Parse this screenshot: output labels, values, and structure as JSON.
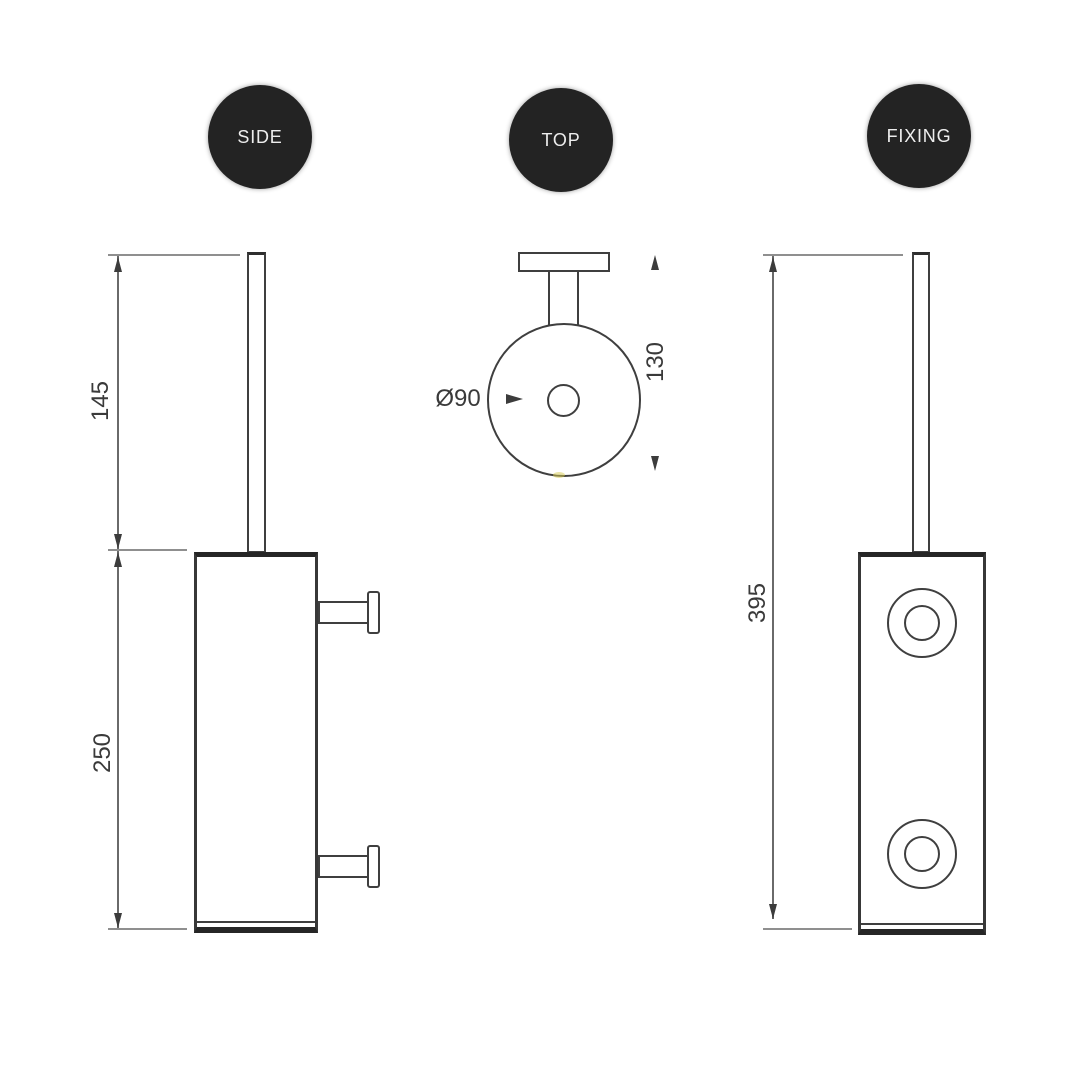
{
  "views": {
    "side": {
      "badge": "SIDE",
      "dim_handle": "145",
      "dim_body": "250"
    },
    "top": {
      "badge": "TOP",
      "dim_diameter": "Ø90",
      "dim_depth": "130"
    },
    "fixing": {
      "badge": "FIXING",
      "dim_total": "395"
    }
  },
  "colors": {
    "background": "#ffffff",
    "outline": "#3f3f3f",
    "outline_thick": "#262626",
    "dimension_line": "#6a6a6a",
    "extension_line": "#8f8f8f",
    "dimension_text": "#3a3a3a",
    "badge_background": "#232323",
    "badge_text": "#ededed"
  }
}
